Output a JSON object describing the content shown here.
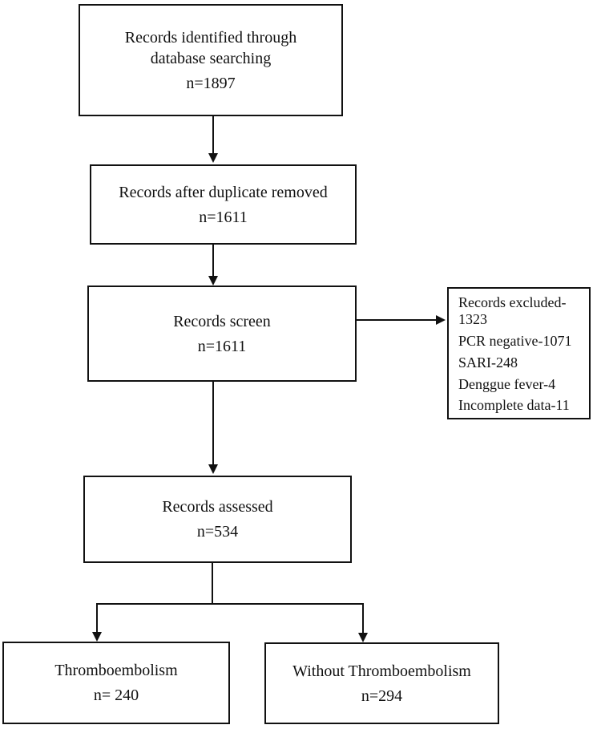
{
  "diagram": {
    "type": "flowchart",
    "boxes": {
      "identified": {
        "label": "Records identified through database searching",
        "n": "n=1897"
      },
      "deduplicated": {
        "label": "Records after duplicate removed",
        "n": "n=1611"
      },
      "screened": {
        "label": "Records screen",
        "n": "n=1611"
      },
      "assessed": {
        "label": "Records assessed",
        "n": "n=534"
      },
      "thromboembolism": {
        "label": "Thromboembolism",
        "n": "n= 240"
      },
      "without_thromboembolism": {
        "label": "Without Thromboembolism",
        "n": "n=294"
      }
    },
    "exclusions": {
      "items": [
        "Records excluded-1323",
        "PCR negative-1071",
        "SARI-248",
        "Denggue fever-4",
        "Incomplete data-11"
      ]
    },
    "colors": {
      "line": "#111111",
      "text": "#111111",
      "background": "#ffffff"
    }
  }
}
